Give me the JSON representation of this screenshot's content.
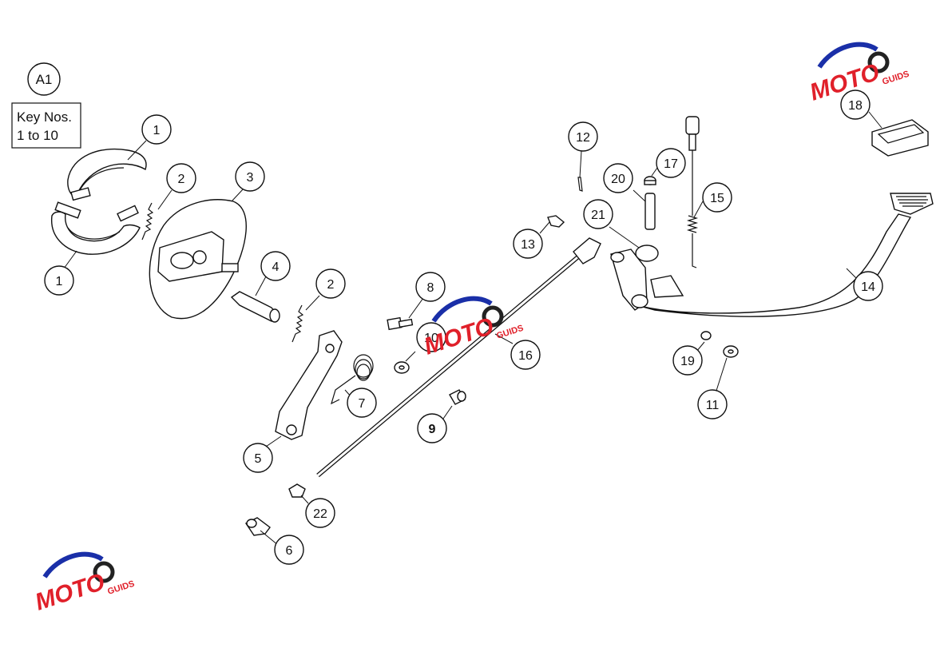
{
  "diagram": {
    "assembly_label": "A1",
    "key_note": [
      "Key Nos.",
      "1 to 10"
    ],
    "callouts": [
      {
        "id": "c1a",
        "text": "1"
      },
      {
        "id": "c1b",
        "text": "1"
      },
      {
        "id": "c2a",
        "text": "2"
      },
      {
        "id": "c2b",
        "text": "2"
      },
      {
        "id": "c3",
        "text": "3"
      },
      {
        "id": "c4",
        "text": "4"
      },
      {
        "id": "c5",
        "text": "5"
      },
      {
        "id": "c6",
        "text": "6"
      },
      {
        "id": "c7",
        "text": "7"
      },
      {
        "id": "c8",
        "text": "8"
      },
      {
        "id": "c9",
        "text": "9"
      },
      {
        "id": "c10",
        "text": "10"
      },
      {
        "id": "c11",
        "text": "11"
      },
      {
        "id": "c12",
        "text": "12"
      },
      {
        "id": "c13",
        "text": "13"
      },
      {
        "id": "c14",
        "text": "14"
      },
      {
        "id": "c15",
        "text": "15"
      },
      {
        "id": "c16",
        "text": "16"
      },
      {
        "id": "c17",
        "text": "17"
      },
      {
        "id": "c18",
        "text": "18"
      },
      {
        "id": "c19",
        "text": "19"
      },
      {
        "id": "c20",
        "text": "20"
      },
      {
        "id": "c21",
        "text": "21"
      },
      {
        "id": "c22",
        "text": "22"
      }
    ]
  },
  "watermark": {
    "brand_main": "MOTO",
    "brand_sub": "GUIDS",
    "colors": {
      "red": "#e0202a",
      "blue": "#1a2fa8",
      "dark": "#222222"
    }
  }
}
